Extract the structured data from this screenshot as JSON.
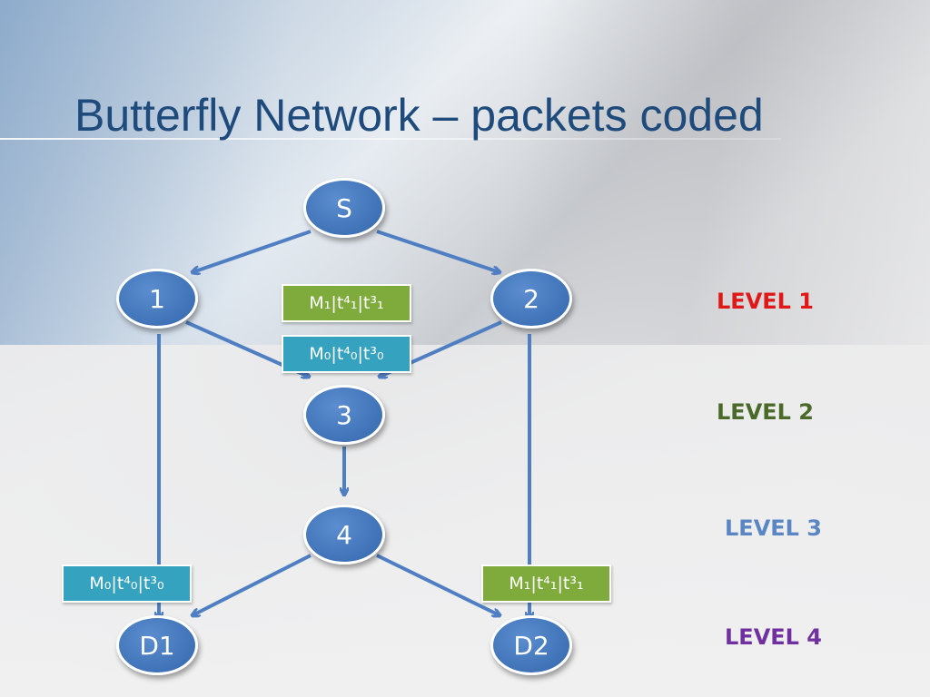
{
  "title": "Butterfly Network – packets coded",
  "nodes": {
    "s": "S",
    "n1": "1",
    "n2": "2",
    "n3": "3",
    "n4": "4",
    "d1": "D1",
    "d2": "D2"
  },
  "packets": {
    "p1": "M₁|t⁴₁|t³₁",
    "p2": "M₀|t⁴₀|t³₀",
    "p3": "M₀|t⁴₀|t³₀",
    "p4": "M₁|t⁴₁|t³₁"
  },
  "levels": {
    "l1": "LEVEL 1",
    "l2": "LEVEL 2",
    "l3": "LEVEL 3",
    "l4": "LEVEL 4"
  },
  "colors": {
    "node_fill": "#3f72b6",
    "edge": "#4f7fc2",
    "packet_green": "#7fab3c",
    "packet_teal": "#35a2bf",
    "level1": "#e01818",
    "level2": "#4b6a2a",
    "level3": "#5b86c4",
    "level4": "#7030a0",
    "title": "#1f4a7c"
  }
}
